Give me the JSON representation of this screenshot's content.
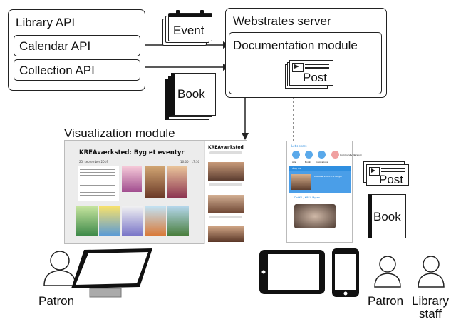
{
  "library_api": {
    "title": "Library API",
    "calendar": "Calendar API",
    "collection": "Collection API"
  },
  "event_card": {
    "label": "Event"
  },
  "book_card": {
    "label": "Book"
  },
  "server": {
    "title": "Webstrates server",
    "module": "Documentation module",
    "post": "Post"
  },
  "visualization": {
    "title": "Visualization module",
    "screen_heading": "KREAværksted: Byg et eventyr",
    "screen_date": "25. september 2019",
    "screen_time": "16:00 - 17:30",
    "side_heading": "KREAværksted"
  },
  "phone_app": {
    "header": "Let's share",
    "tabs": [
      "Alle",
      "Books",
      "Inspirations",
      "Community Network"
    ],
    "section": "I dag nu",
    "card1_title": "KREAværksted: Fortllinger",
    "card2_title": "DokK1 / KREA Myren"
  },
  "right_legend": {
    "post": "Post",
    "book": "Book"
  },
  "people": {
    "patron_left": "Patron",
    "patron_right": "Patron",
    "staff_line1": "Library",
    "staff_line2": "staff"
  },
  "colors": {
    "app_accent": "#2f8fe0",
    "arrow": "#222222"
  }
}
